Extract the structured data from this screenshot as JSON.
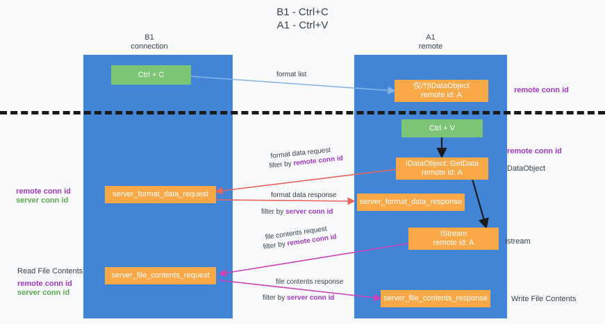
{
  "title": {
    "line1": "B1 - Ctrl+C",
    "line2": "A1 - Ctrl+V"
  },
  "columns": [
    {
      "name": "B1",
      "sub": "connection"
    },
    {
      "name": "A1",
      "sub": "remote"
    }
  ],
  "boxes": {
    "ctrl_c": {
      "line1": "Ctrl + C"
    },
    "ctrl_v": {
      "line1": "Ctrl + V"
    },
    "idataobject": {
      "line1": "仅/ｹ|IDataObject",
      "line2": "remote id: A"
    },
    "getdata": {
      "line1": "IDataObject::GetData",
      "line2": "remote id: A"
    },
    "istream": {
      "line1": "IStream",
      "line2": "remote id: A"
    },
    "server_format_data_request": {
      "line1": "server_format_data_request"
    },
    "server_format_data_response": {
      "line1": "server_format_data_response"
    },
    "server_file_contents_request": {
      "line1": "server_file_contents_request"
    },
    "server_file_contents_response": {
      "line1": "server_file_contents_response"
    }
  },
  "arrow_labels": {
    "format_list": "format list",
    "format_data_request": "format data request",
    "format_data_request_filter_prefix": "filter by ",
    "format_data_request_filter_key": "remote conn id",
    "format_data_response": "format data response",
    "format_data_response_filter_prefix": "filter by ",
    "format_data_response_filter_key": "server conn id",
    "file_contents_request": "file contents request",
    "file_contents_request_filter_prefix": "filter by ",
    "file_contents_request_filter_key": "remote conn id",
    "file_contents_response": "file contents response",
    "file_contents_response_filter_prefix": "filter by ",
    "file_contents_response_filter_key": "server conn id"
  },
  "side_notes": {
    "right_remote_top": "remote conn id",
    "right_remote_mid": "remote conn id",
    "right_dataobject": "DataObject",
    "right_istream": "Istream",
    "right_write_file": "Write File Contents",
    "left_remote_conn": "remote conn id",
    "left_server_conn": "server conn id",
    "left_read_file": "Read File Contents",
    "left_remote_conn2": "remote conn id",
    "left_server_conn2": "server conn id"
  },
  "colors": {
    "column": "#4285d7",
    "green_box": "#7cc576",
    "orange_box": "#f9a847",
    "purple_text": "#a237c0",
    "green_text": "#5aab4f",
    "arrow_blue": "#8ab4e8",
    "arrow_red": "#e8645a",
    "arrow_magenta": "#cc3fb5",
    "arrow_black": "#1a1a1a",
    "divider": "#1a1a1a",
    "background": "#f8f9fa"
  }
}
